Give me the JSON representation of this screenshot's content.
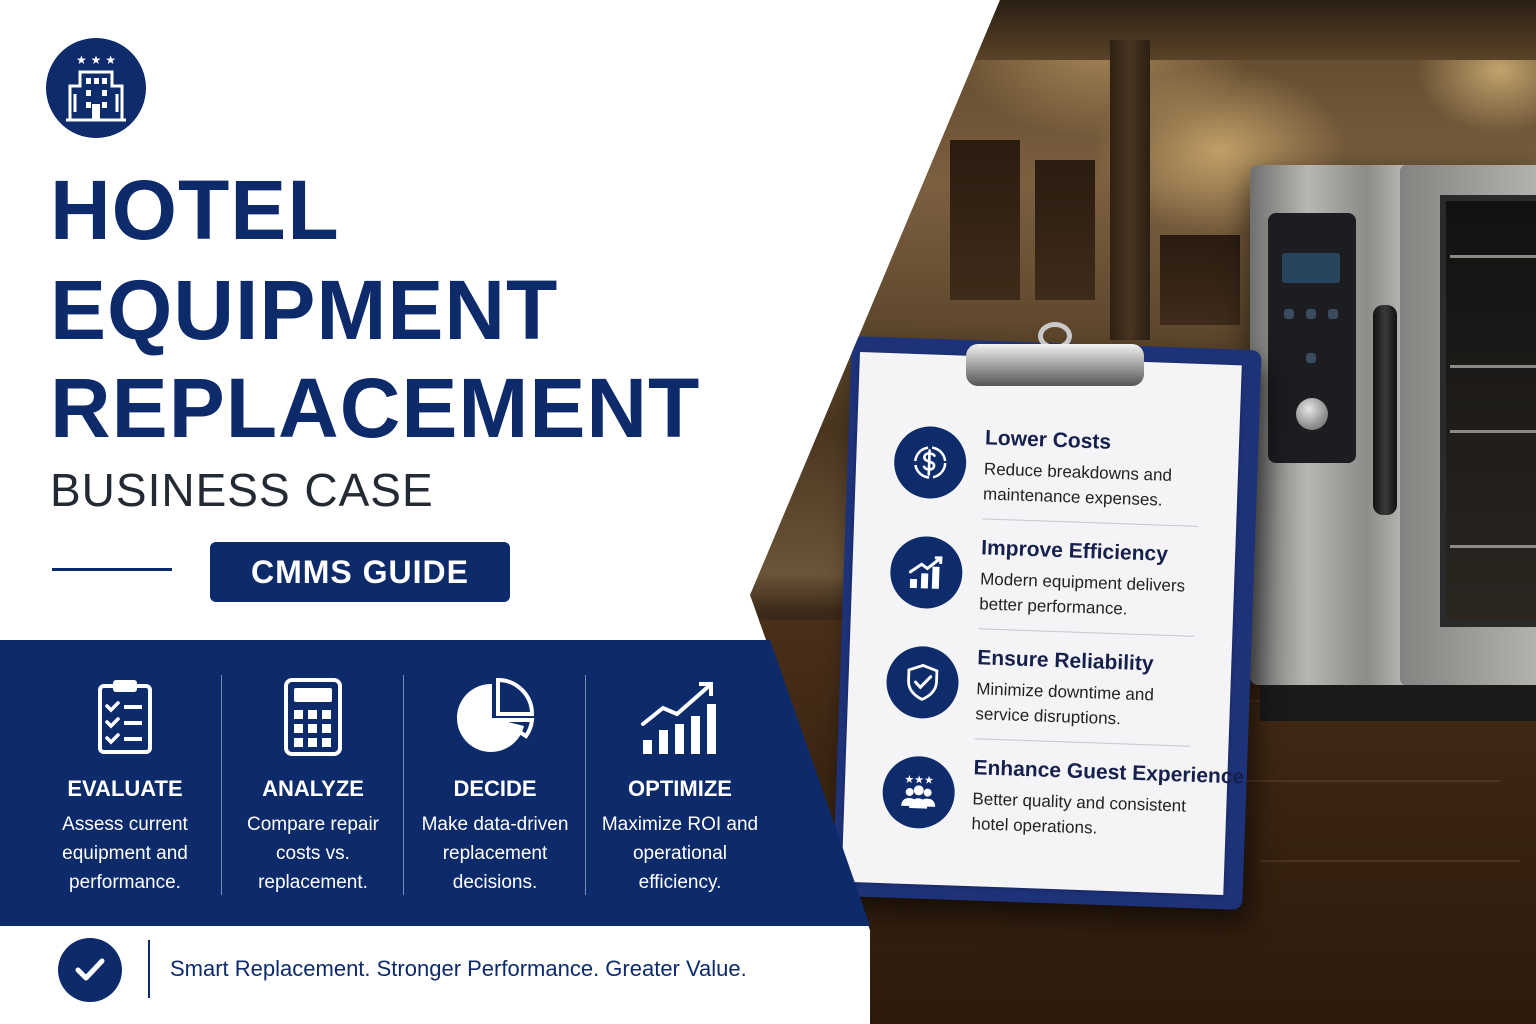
{
  "colors": {
    "navy": "#0d2a6b",
    "white": "#ffffff",
    "text_dark": "#232a33"
  },
  "logo": {
    "icon": "hotel-building-stars-icon"
  },
  "heading": {
    "line1": "HOTEL",
    "line2": "EQUIPMENT",
    "line3": "REPLACEMENT",
    "subtitle": "BUSINESS CASE",
    "badge": "CMMS GUIDE"
  },
  "steps": [
    {
      "icon": "clipboard-checklist-icon",
      "title": "EVALUATE",
      "desc": "Assess current equipment and performance."
    },
    {
      "icon": "calculator-icon",
      "title": "ANALYZE",
      "desc": "Compare repair costs vs. replacement."
    },
    {
      "icon": "pie-chart-icon",
      "title": "DECIDE",
      "desc": "Make data-driven replacement decisions."
    },
    {
      "icon": "growth-chart-icon",
      "title": "OPTIMIZE",
      "desc": "Maximize ROI and operational efficiency."
    }
  ],
  "benefits": [
    {
      "icon": "dollar-cycle-icon",
      "title": "Lower Costs",
      "desc": "Reduce breakdowns and maintenance expenses."
    },
    {
      "icon": "bar-chart-arrow-icon",
      "title": "Improve Efficiency",
      "desc": "Modern equipment delivers better performance."
    },
    {
      "icon": "shield-check-icon",
      "title": "Ensure Reliability",
      "desc": "Minimize downtime and service disruptions."
    },
    {
      "icon": "guests-stars-icon",
      "title": "Enhance Guest Experience",
      "desc": "Better quality and consistent hotel operations."
    }
  ],
  "footer": {
    "icon": "check-circle-icon",
    "tagline": "Smart Replacement. Stronger Performance. Greater Value."
  }
}
